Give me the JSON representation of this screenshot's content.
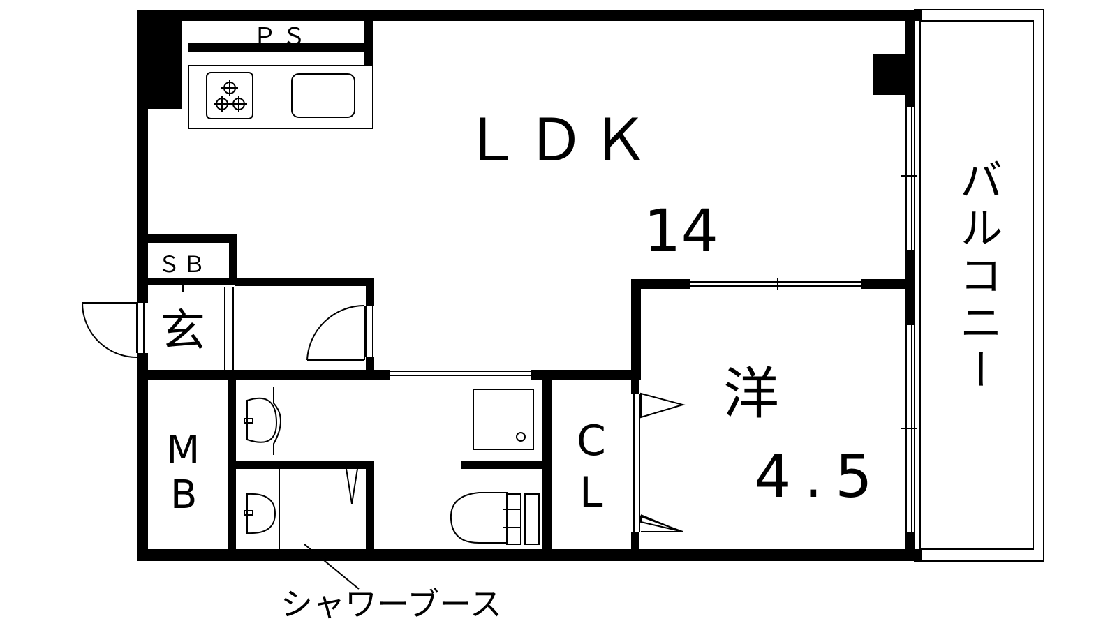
{
  "rooms": {
    "ldk": {
      "label": "ＬＤＫ",
      "size": "14"
    },
    "western": {
      "label": "洋",
      "size": "4.5"
    },
    "balcony": {
      "label": "バルコニー"
    },
    "entrance": {
      "label": "玄"
    },
    "closet": {
      "label_line1": "C",
      "label_line2": "L"
    },
    "meter_box": {
      "label_line1": "M",
      "label_line2": "B"
    },
    "pipe_space": {
      "label": "ＰＳ"
    },
    "shoe_box": {
      "label": "ＳＢ"
    }
  },
  "annotations": {
    "shower_booth": "シャワーブース"
  },
  "colors": {
    "wall": "#000000",
    "background": "#ffffff"
  }
}
